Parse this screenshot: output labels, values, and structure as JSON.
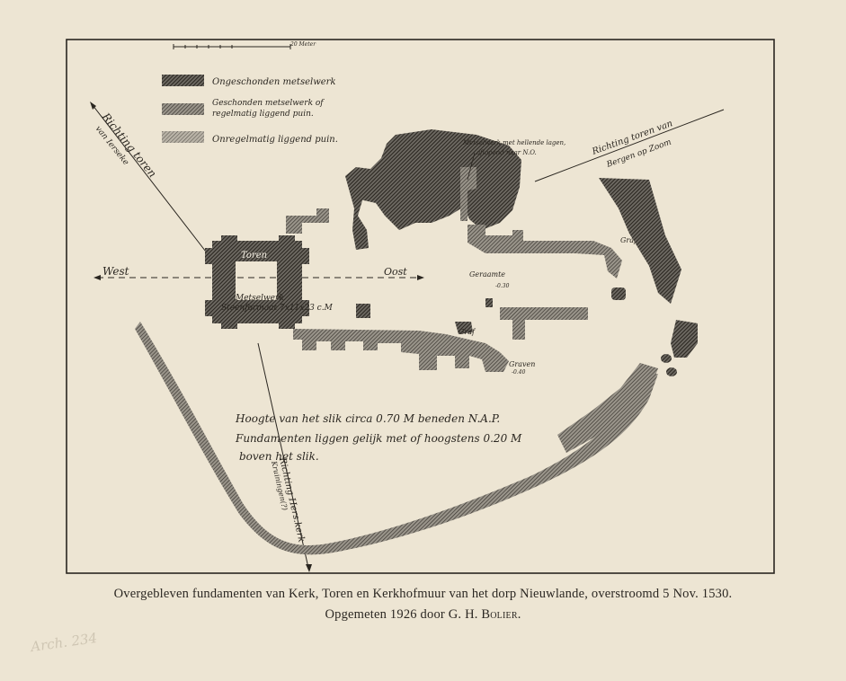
{
  "scale": {
    "label": "20 Meter",
    "ticks": [
      "0",
      "2",
      "4",
      "6",
      "8",
      "10"
    ]
  },
  "legend": [
    {
      "label": "Ongeschonden metselwerk",
      "pattern": "dense"
    },
    {
      "label_line1": "Geschonden metselwerk of",
      "label_line2": "regelmatig liggend puin.",
      "pattern": "medium"
    },
    {
      "label": "Onregelmatig liggend puin.",
      "pattern": "light"
    }
  ],
  "directions": {
    "left_line1": "Richting toren",
    "left_line2": "van Ierseke",
    "right_line1": "Richting toren van",
    "right_line2": "Bergen op Zoom",
    "bottom_line1": "Richting Hers.kerk",
    "bottom_line2": "Kruiningen(?)"
  },
  "compass": {
    "west": "West",
    "oost": "Oost"
  },
  "labels": {
    "toren": "Toren",
    "metselwerk_line1": "Metselwerk",
    "metselwerk_line2": "Steenformaat 7x11x23 c.M",
    "metselwerk_note_line1": "Metselwerk met hellende lagen,",
    "metselwerk_note_line2": "aflopend naar N.O.",
    "graf1": "Graf",
    "graf2": "Graf",
    "geraamte": "Geraamte",
    "geraamte_depth": "-0.30",
    "graven": "Graven",
    "graven_depth": "-0.40"
  },
  "notes": {
    "line1": "Hoogte van het slik circa 0.70 M beneden N.A.P.",
    "line2": "Fundamenten liggen gelijk met of hoogstens 0.20 M",
    "line3": "boven het slik."
  },
  "caption": {
    "line1": "Overgebleven fundamenten van Kerk, Toren en Kerkhofmuur van het dorp Nieuwlande, overstroomd 5 Nov. 1530.",
    "line2_prefix": "Opgemeten 1926 door G. H.",
    "line2_name": "Bolier."
  },
  "pencil_note": "Arch. 234",
  "colors": {
    "paper": "#ede5d3",
    "ink": "#2a2620"
  }
}
